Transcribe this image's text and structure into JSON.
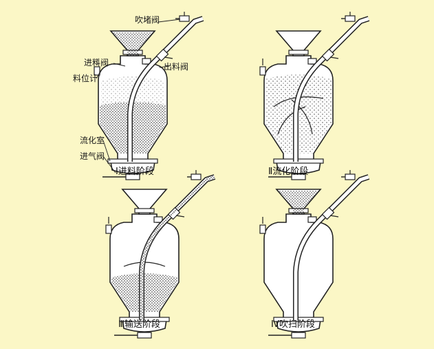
{
  "labels": {
    "purge_valve": "吹堵阀",
    "inlet_valve": "进料阀",
    "outlet_valve": "出料阀",
    "level_gauge": "料位计",
    "fluid_chamber": "流化室",
    "air_valve": "进气阀"
  },
  "stages": [
    {
      "caption": "Ⅰ进料阶段"
    },
    {
      "caption": "Ⅱ流化阶段"
    },
    {
      "caption": "Ⅲ输送阶段"
    },
    {
      "caption": "Ⅳ吹扫阶段"
    }
  ],
  "colors": {
    "background": "#fbf7c6",
    "ink": "#1a1a1a",
    "vessel": "#ffffff"
  }
}
